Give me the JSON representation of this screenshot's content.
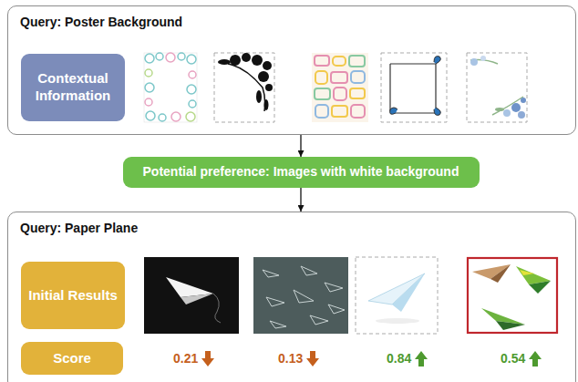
{
  "diagram": {
    "nodes": [
      {
        "text": [
          "Query: Poster Background"
        ]
      },
      {
        "text": [
          "Contextual Information"
        ],
        "in": 0
      },
      {
        "text": [
          "Potential preference: Images with white background"
        ]
      },
      {
        "text": [
          "Query: Paper Plane"
        ]
      },
      {
        "text": [
          "Initial Results"
        ],
        "in": 3
      },
      {
        "text": [
          "Score"
        ],
        "in": 3
      }
    ],
    "edges": [
      {
        "from": 0,
        "to": 2,
        "arrow": "to"
      },
      {
        "from": 2,
        "to": 3,
        "arrow": "to"
      }
    ],
    "labels": [
      "0.21",
      "0.13",
      "0.84",
      "0.54"
    ]
  }
}
